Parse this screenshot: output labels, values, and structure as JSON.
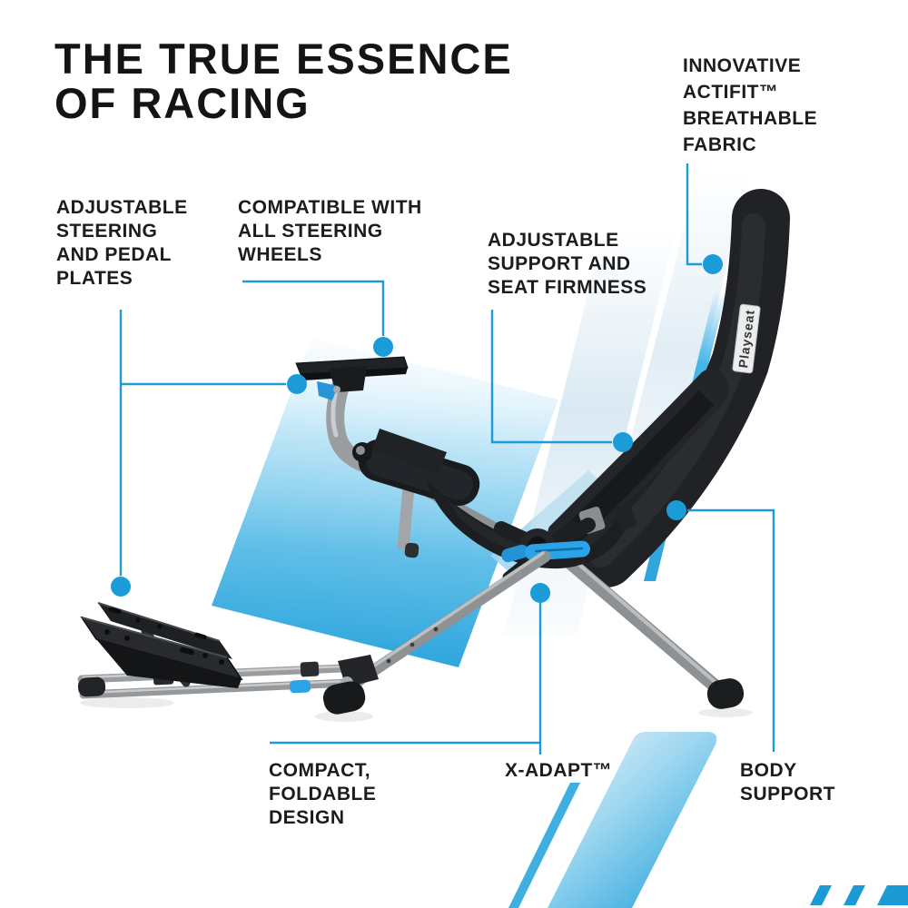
{
  "title": {
    "text": "THE TRUE ESSENCE\nOF RACING"
  },
  "product": {
    "brand_label": "Playseat"
  },
  "callouts": {
    "innovative": {
      "text": "INNOVATIVE\nACTIFIT™\nBREATHABLE\nFABRIC"
    },
    "steering": {
      "text": "ADJUSTABLE\nSTEERING\nAND PEDAL\nPLATES"
    },
    "compatible": {
      "text": "COMPATIBLE WITH\nALL STEERING\nWHEELS"
    },
    "support": {
      "text": "ADJUSTABLE\nSUPPORT AND\nSEAT FIRMNESS"
    },
    "compact": {
      "text": "COMPACT,\nFOLDABLE\nDESIGN"
    },
    "xadapt": {
      "text": "X-ADAPT™"
    },
    "body": {
      "text": "BODY\nSUPPORT"
    }
  },
  "colors": {
    "accent_blue": "#1b9cd8",
    "gradient_blue": "#2aa4dc",
    "slash_blue": "#1b9ad5",
    "text_color": "#1c1c1e"
  }
}
